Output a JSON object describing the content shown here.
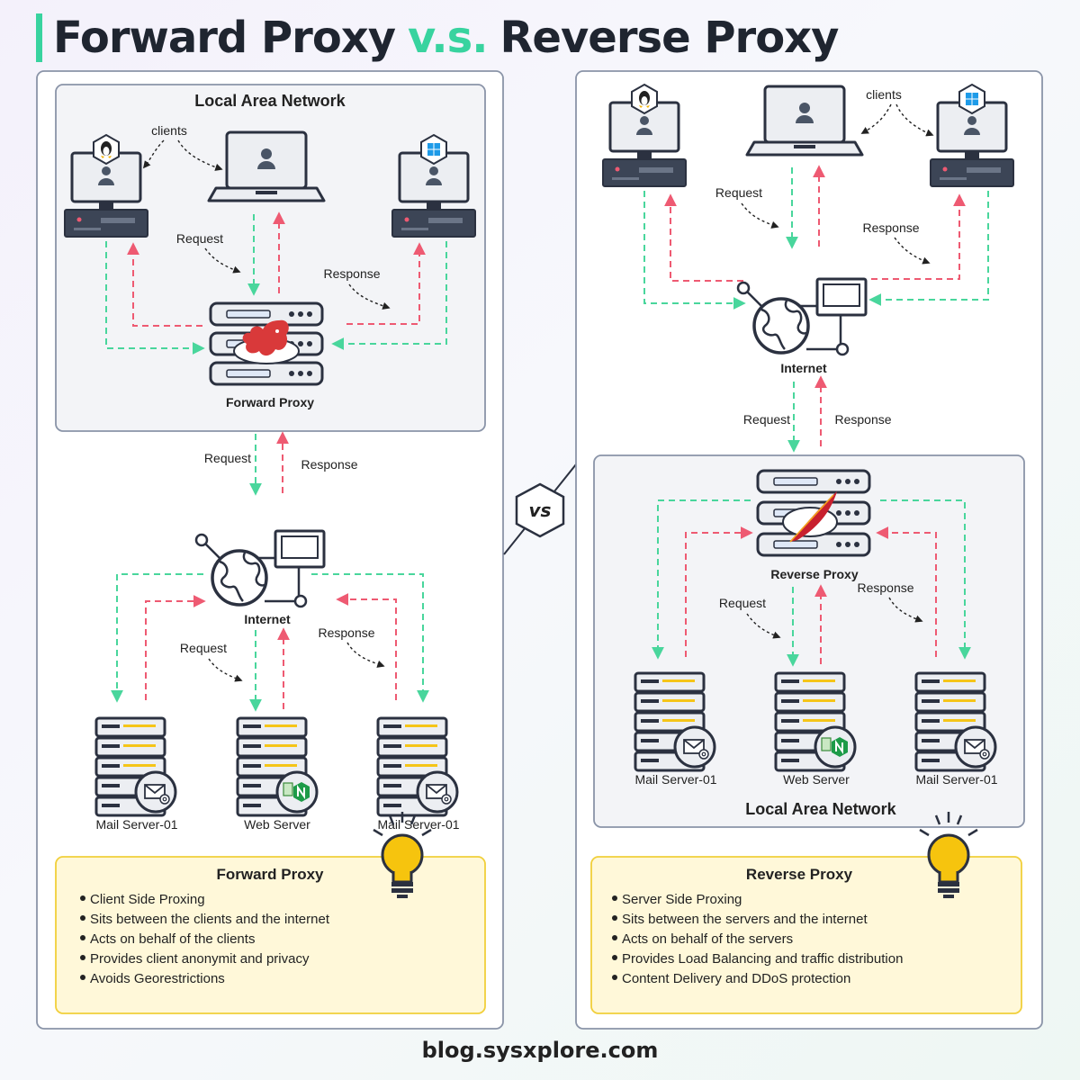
{
  "title": {
    "part1": "Forward Proxy",
    "vs": "v.s.",
    "part2": "Reverse Proxy"
  },
  "colors": {
    "accent_green": "#38d39f",
    "request_green": "#49d69c",
    "response_red": "#ee5a72",
    "note_yellow": "#fff8d9"
  },
  "forward": {
    "lan_title": "Local Area Network",
    "clients_label": "clients",
    "request_label": "Request",
    "response_label": "Response",
    "proxy_label": "Forward Proxy",
    "internet_label": "Internet",
    "servers": [
      "Mail Server-01",
      "Web Server",
      "Mail Server-01"
    ],
    "info": {
      "title": "Forward Proxy",
      "items": [
        "Client Side Proxing",
        "Sits between the clients and the internet",
        "Acts on behalf of the clients",
        "Provides client anonymit and privacy",
        "Avoids Georestrictions"
      ]
    }
  },
  "reverse": {
    "clients_label": "clients",
    "request_label": "Request",
    "response_label": "Response",
    "internet_label": "Internet",
    "proxy_label": "Reverse Proxy",
    "lan_title": "Local Area Network",
    "servers": [
      "Mail Server-01",
      "Web Server",
      "Mail Server-01"
    ],
    "info": {
      "title": "Reverse Proxy",
      "items": [
        "Server Side Proxing",
        "Sits between the servers and the internet",
        "Acts on behalf of the servers",
        "Provides Load Balancing and traffic distribution",
        "Content Delivery and DDoS protection"
      ]
    }
  },
  "vs_label": "vs",
  "footer": "blog.sysxplore.com",
  "icons": {
    "linux": "linux-tux-icon",
    "windows": "windows-logo-icon",
    "squid": "squid-logo-icon",
    "apache": "apache-feather-icon",
    "nginx": "nginx-logo-icon",
    "mail": "mail-icon",
    "globe": "globe-icon",
    "bulb": "lightbulb-icon"
  }
}
